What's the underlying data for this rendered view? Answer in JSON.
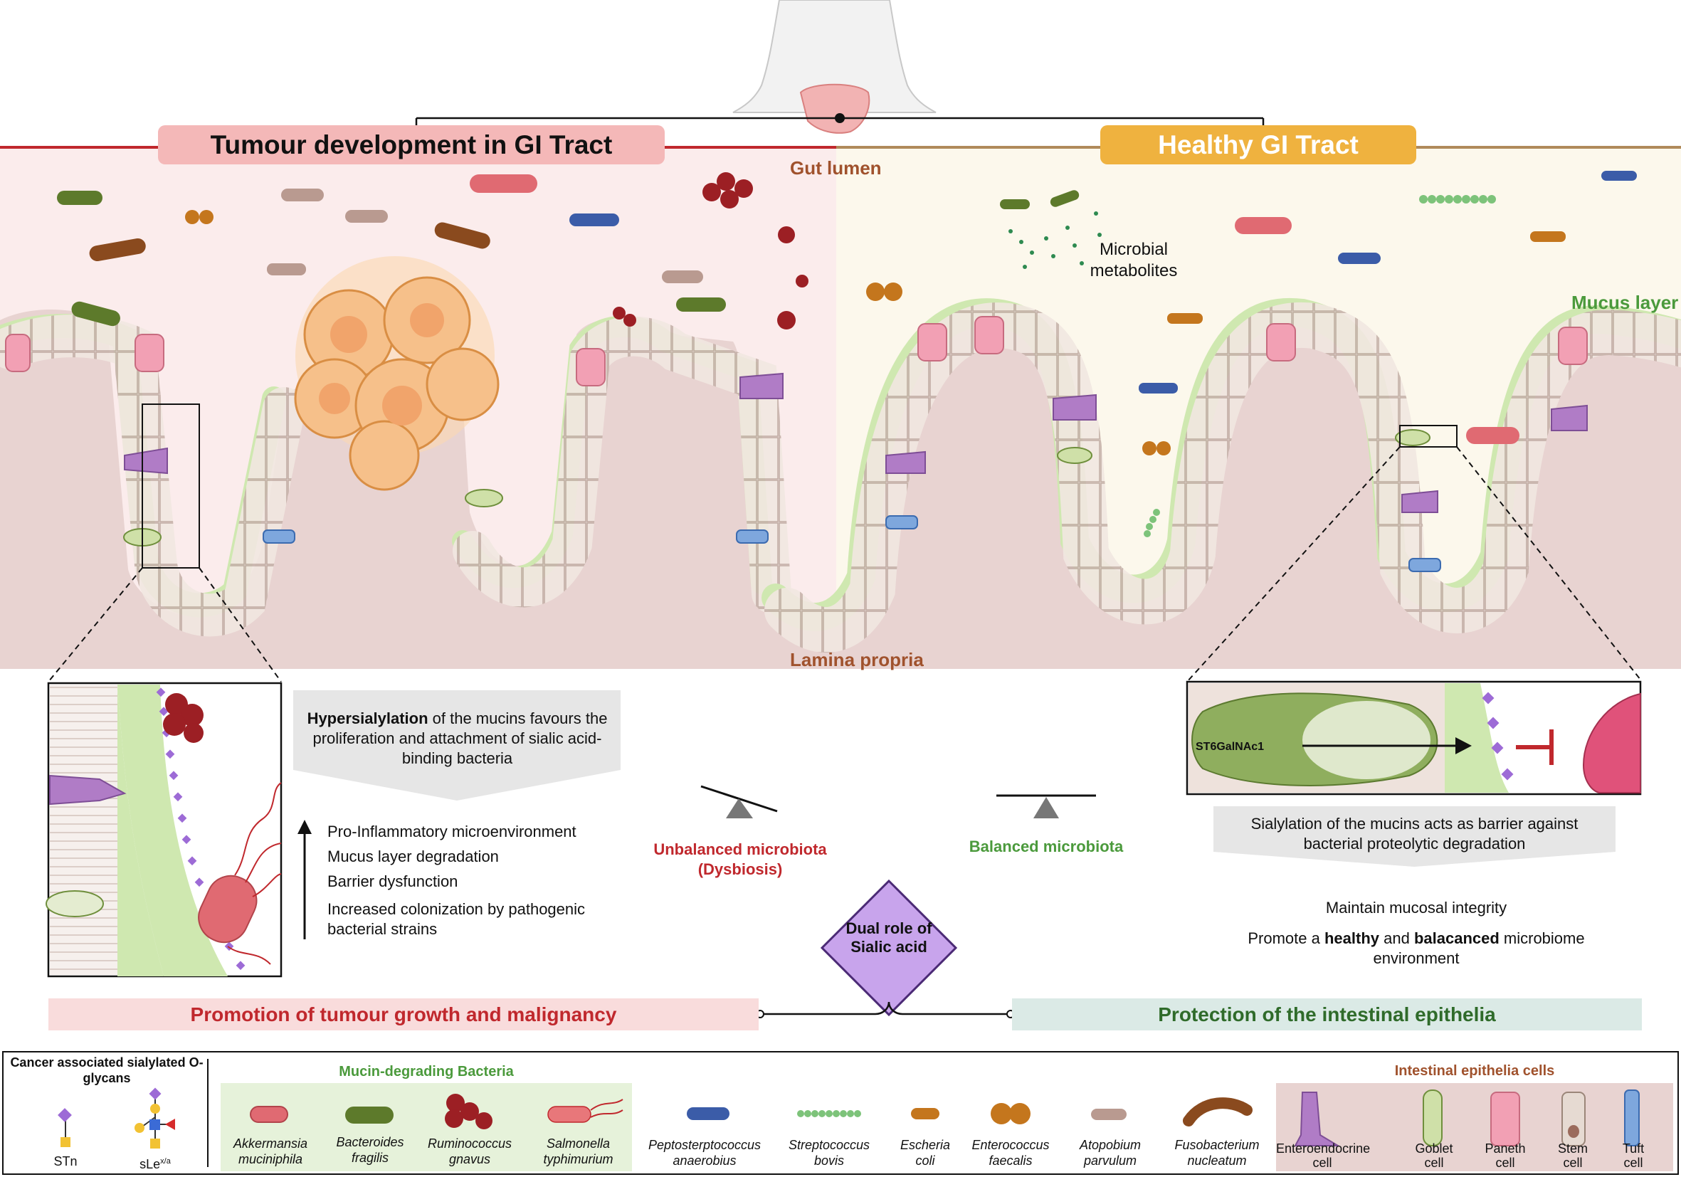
{
  "header": {
    "left_banner": "Tumour development in GI Tract",
    "right_banner": "Healthy GI Tract"
  },
  "zones": {
    "gut_lumen": "Gut lumen",
    "lamina_propria": "Lamina propria",
    "mucus_layer": "Mucus layer",
    "metabolites": "Microbial metabolites"
  },
  "left_panel": {
    "statement_bold": "Hypersialylation",
    "statement_rest": "of the mucins favours the proliferation and attachment of sialic acid-binding bacteria",
    "effects": [
      "Pro-Inflammatory microenvironment",
      "Mucus layer degradation",
      "Barrier dysfunction",
      "Increased colonization by pathogenic bacterial strains"
    ]
  },
  "balance": {
    "unbalanced_line1": "Unbalanced microbiota",
    "unbalanced_line2": "(Dysbiosis)",
    "balanced": "Balanced microbiota"
  },
  "center": {
    "diamond": "Dual role of Sialic acid"
  },
  "right_panel": {
    "enzyme": "ST6GalNAc1",
    "statement": "Sialylation of the mucins acts as barrier against bacterial proteolytic degradation",
    "outcome1": "Maintain mucosal integrity",
    "outcome2_a": "Promote a ",
    "outcome2_b": "healthy",
    "outcome2_c": " and ",
    "outcome2_d": "balacanced",
    "outcome2_e": " microbiome environment"
  },
  "footer": {
    "promotion": "Promotion of tumour growth and malignancy",
    "protection": "Protection of the intestinal epithelia"
  },
  "legend": {
    "glycans_title": "Cancer associated sialylated O-glycans",
    "glycan1": "STn",
    "glycan2": "sLe",
    "glycan2_sup": "x/a",
    "mucin_title": "Mucin-degrading Bacteria",
    "mucin_bacteria": [
      {
        "line1": "Akkermansia",
        "line2": "muciniphila"
      },
      {
        "line1": "Bacteroides",
        "line2": "fragilis"
      },
      {
        "line1": "Ruminococcus",
        "line2": "gnavus"
      },
      {
        "line1": "Salmonella",
        "line2": "typhimurium"
      }
    ],
    "other_bacteria": [
      {
        "line1": "Peptosterptococcus",
        "line2": "anaerobius"
      },
      {
        "line1": "Streptococcus",
        "line2": "bovis"
      },
      {
        "line1": "Escheria",
        "line2": "coli"
      },
      {
        "line1": "Enterococcus",
        "line2": "faecalis"
      },
      {
        "line1": "Atopobium",
        "line2": "parvulum"
      },
      {
        "line1": "Fusobacterium",
        "line2": "nucleatum"
      }
    ],
    "cells_title": "Intestinal epithelia cells",
    "cells": [
      {
        "line1": "Enteroendocrine",
        "line2": "cell"
      },
      {
        "line1": "Goblet",
        "line2": "cell"
      },
      {
        "line1": "Paneth",
        "line2": "cell"
      },
      {
        "line1": "Stem",
        "line2": "cell"
      },
      {
        "line1": "Tuft",
        "line2": "cell"
      }
    ]
  },
  "colors": {
    "tumour_red": "#c0282d",
    "healthy_orange": "#efb23f",
    "healthy_green": "#4b9a3c",
    "mucus": "#cfe8b0",
    "tissue": "#e8d3d1",
    "diamond": "#c8a4ec"
  }
}
